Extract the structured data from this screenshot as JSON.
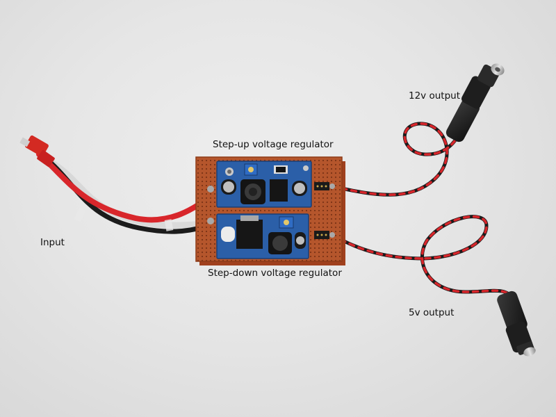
{
  "labels": {
    "step_up": "Step-up voltage regulator",
    "step_down": "Step-down voltage regulator",
    "input": "Input",
    "output_12v": "12v output",
    "output_5v": "5v output"
  },
  "colors": {
    "background": "#e6e6e6",
    "perfboard": "#b5562c",
    "module_pcb": "#2b5fa8",
    "wire_red": "#d8262b",
    "wire_black": "#1b1b1b",
    "connector_red": "#d32a22"
  }
}
